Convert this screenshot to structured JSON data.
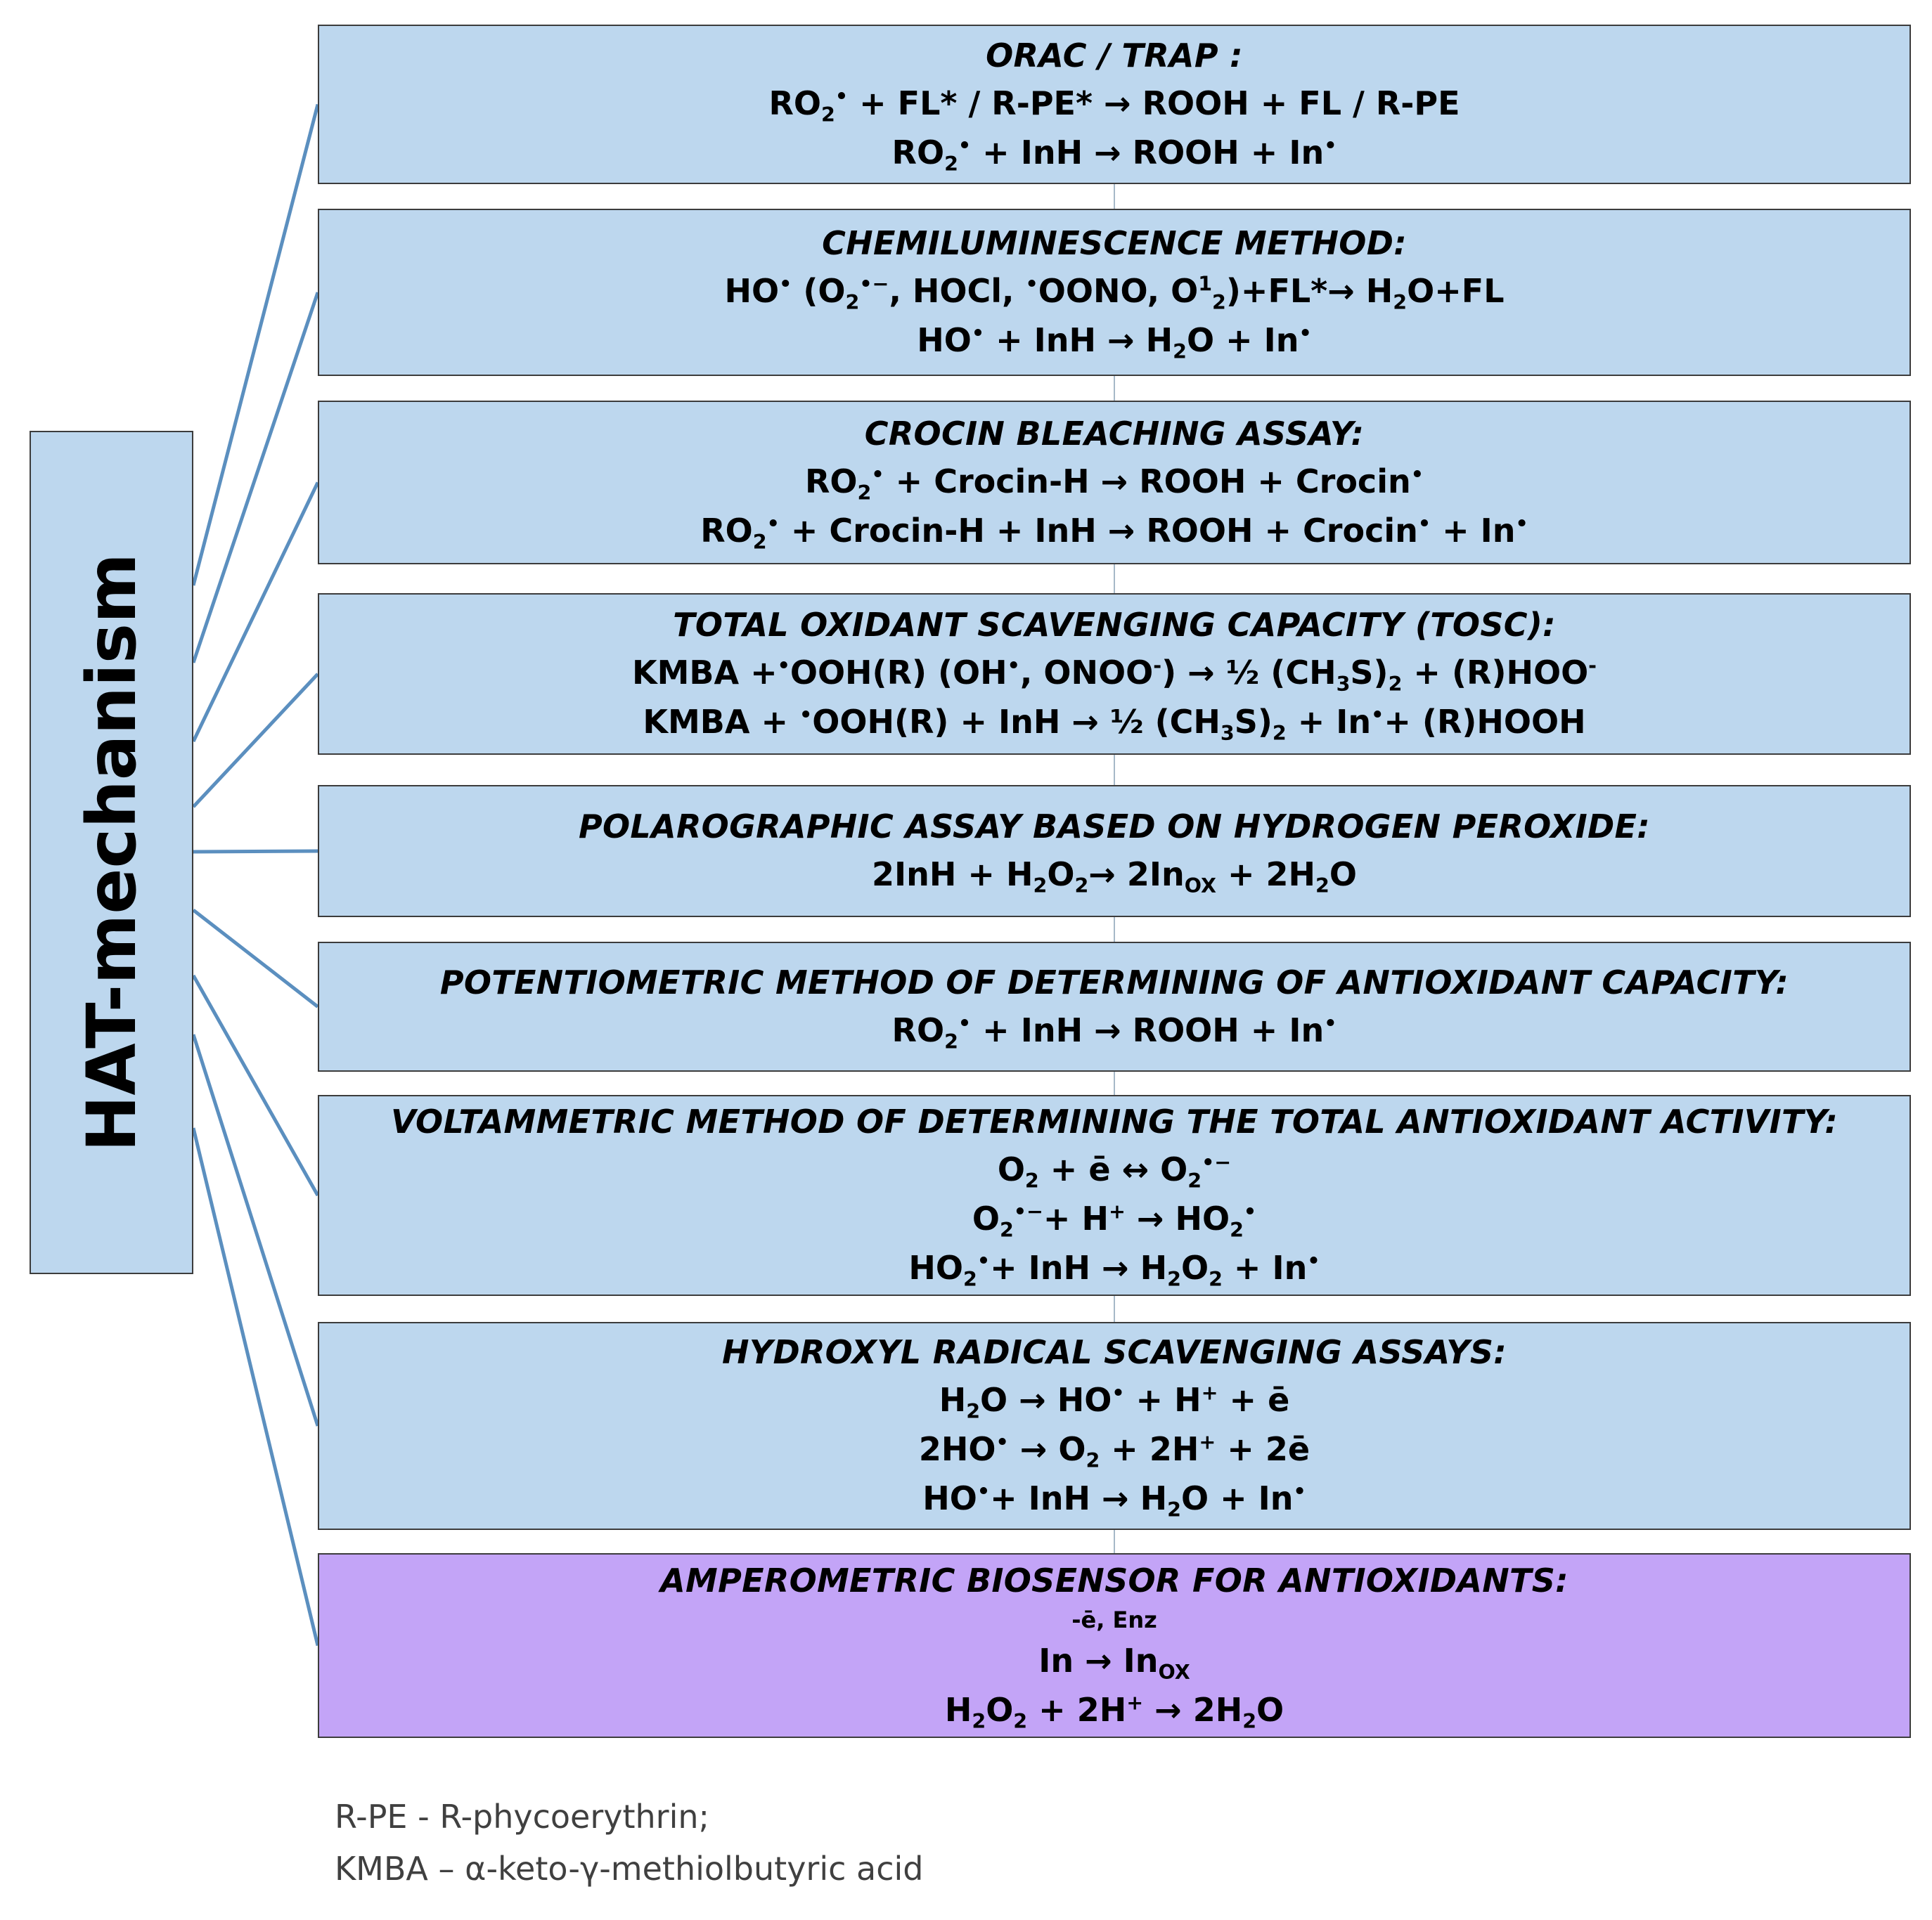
{
  "root": {
    "label": "HAT-mechanism"
  },
  "colors": {
    "box": "#bdd7ee",
    "highlight": "#c3a4f7",
    "connector": "#5b8fbf",
    "border": "#3c3c3c"
  },
  "methods": [
    {
      "title": "ORAC / TRAP :",
      "equations": [
        "RO<sub>2</sub><sup>•</sup> + FL* / R-PE* → ROOH + FL / R-PE",
        "RO<sub>2</sub><sup>•</sup> + InH → ROOH + In<sup>•</sup>"
      ]
    },
    {
      "title": "CHEMILUMINESCENCE METHOD:",
      "equations": [
        "HO<sup>•</sup> (O<sub>2</sub><sup>•−</sup>, HOCl, <sup>•</sup>OONO, O<sup>1</sup><sub>2</sub>)+FL*→ H<sub>2</sub>O+FL",
        "HO<sup>•</sup> + InH → H<sub>2</sub>O + In<sup>•</sup>"
      ]
    },
    {
      "title": "CROCIN BLEACHING ASSAY:",
      "equations": [
        "RO<sub>2</sub><sup>•</sup> + Crocin-H → ROOH + Crocin<sup>•</sup>",
        "RO<sub>2</sub><sup>•</sup> + Crocin-H + InH → ROOH + Crocin<sup>•</sup> + In<sup>•</sup>"
      ]
    },
    {
      "title": "TOTAL OXIDANT SCAVENGING CAPACITY (TOSC):",
      "equations": [
        "KMBA +<sup>•</sup>OOH(R) (OH<sup>•</sup>, ONOO<sup>-</sup>) → ½ (CH<sub>3</sub>S)<sub>2</sub> + (R)HOO<sup>-</sup>",
        "KMBA + <sup>•</sup>OOH(R) + InH → ½ (CH<sub>3</sub>S)<sub>2</sub> + In<sup>•</sup>+ (R)HOOH"
      ]
    },
    {
      "title": "POLAROGRAPHIC ASSAY BASED ON HYDROGEN PEROXIDE:",
      "equations": [
        "2InH + H<sub>2</sub>O<sub>2</sub>→ 2In<sub>OX</sub> + 2H<sub>2</sub>O"
      ]
    },
    {
      "title": "POTENTIOMETRIC METHOD OF DETERMINING OF ANTIOXIDANT CAPACITY:",
      "equations": [
        "RO<sub>2</sub><sup>•</sup> + InH → ROOH + In<sup>•</sup>"
      ]
    },
    {
      "title": "VOLTAMMETRIC METHOD OF DETERMINING THE TOTAL ANTIOXIDANT ACTIVITY:",
      "equations": [
        "O<sub>2</sub> + ē ↔ O<sub>2</sub><sup>•−</sup>",
        "O<sub>2</sub><sup>•−</sup>+ H<sup>+</sup> → HO<sub>2</sub><sup>•</sup>",
        "HO<sub>2</sub><sup>•</sup>+ InH → H<sub>2</sub>O<sub>2</sub> + In<sup>•</sup>"
      ]
    },
    {
      "title": "HYDROXYL RADICAL SCAVENGING ASSAYS:",
      "equations": [
        "H<sub>2</sub>O → HO<sup>•</sup> + H<sup>+</sup> + ē",
        "2HO<sup>•</sup> → O<sub>2</sub> + 2H<sup>+</sup> + 2ē",
        "HO<sup>•</sup>+ InH → H<sub>2</sub>O + In<sup>•</sup>"
      ]
    },
    {
      "title": "AMPEROMETRIC BIOSENSOR FOR ANTIOXIDANTS:",
      "condition": "-ē, Enz",
      "equations": [
        "In → In<sub>OX</sub>",
        "H<sub>2</sub>O<sub>2</sub> + 2H<sup>+</sup> → 2H<sub>2</sub>O"
      ]
    }
  ],
  "footnotes": [
    "R-PE - R-phycoerythrin;",
    "KMBA – α-keto-γ-methiolbutyric  acid"
  ]
}
